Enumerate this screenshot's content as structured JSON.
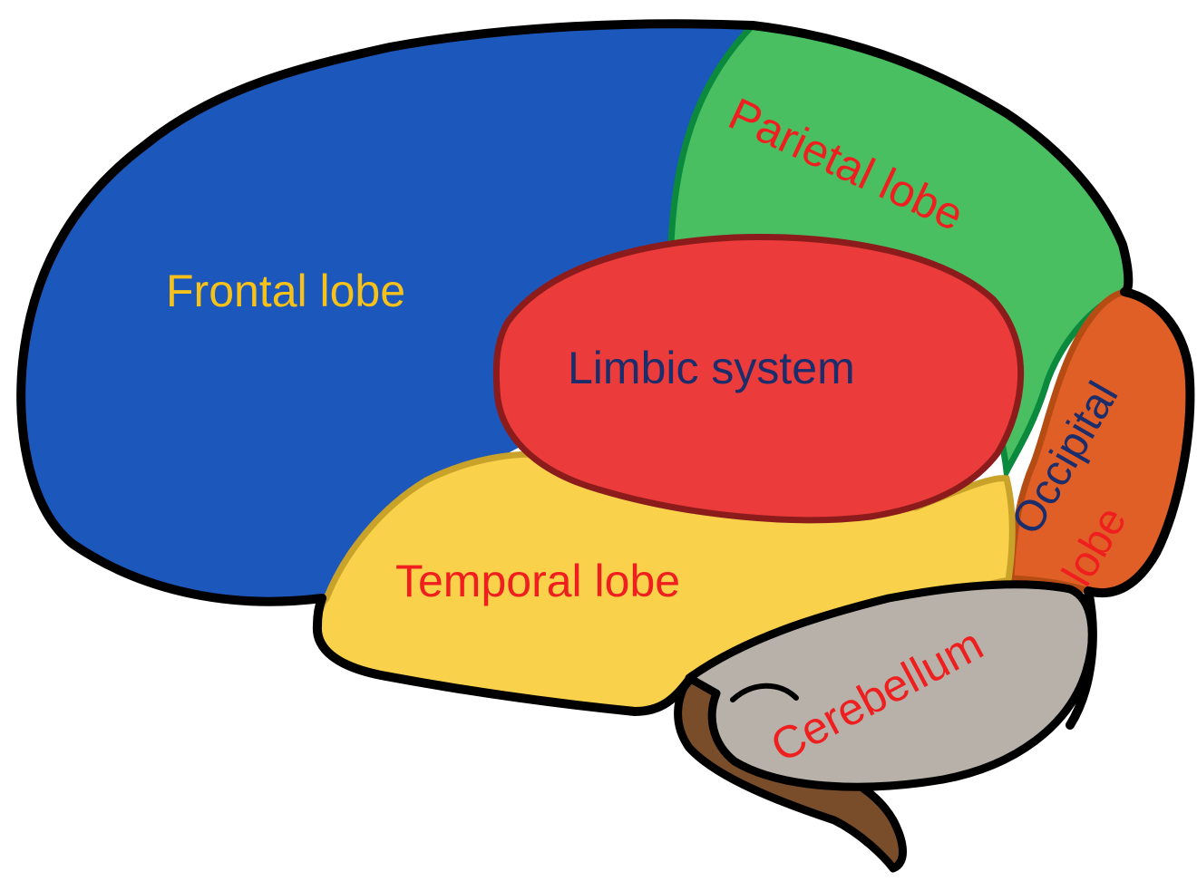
{
  "labels": {
    "frontal": "Frontal lobe",
    "parietal": "Parietal lobe",
    "limbic": "Limbic system",
    "temporal": "Temporal lobe",
    "occipital_line1": "Occipital",
    "occipital_line2": "lobe",
    "cerebellum": "Cerebellum"
  },
  "colors": {
    "frontal_fill": "#1c57bb",
    "parietal_fill": "#49bf62",
    "parietal_edge": "#0b8a3e",
    "limbic_fill": "#ec3b3b",
    "limbic_edge": "#8c1c1c",
    "temporal_fill": "#f9d14b",
    "temporal_edge": "#c9a22a",
    "occipital_fill": "#e05f26",
    "occipital_edge": "#b44c13",
    "cerebellum_fill": "#b7b1aa",
    "brainstem_fill": "#7a4d2a",
    "outline": "#000000",
    "label_gold": "#f6c21a",
    "label_red": "#ef1f1f",
    "label_navy": "#1c2d6b"
  }
}
